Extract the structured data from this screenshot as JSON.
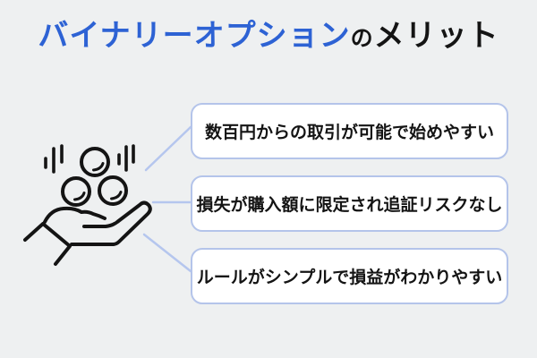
{
  "title": {
    "highlight": "バイナリーオプション",
    "particle": "の",
    "rest": "メリット"
  },
  "benefits": [
    "数百円からの取引が可能で始めやすい",
    "損失が購入額に限定され追証リスクなし",
    "ルールがシンプルで損益がわかりやすい"
  ],
  "icon": "hand-receiving-coins-icon",
  "colors": {
    "background": "#eef0f1",
    "accent_blue": "#2d62d4",
    "text_dark": "#141414",
    "box_border": "#b4c4ea",
    "box_background": "#ffffff",
    "connector_line": "#b5c6ee",
    "icon_stroke": "#141414"
  }
}
